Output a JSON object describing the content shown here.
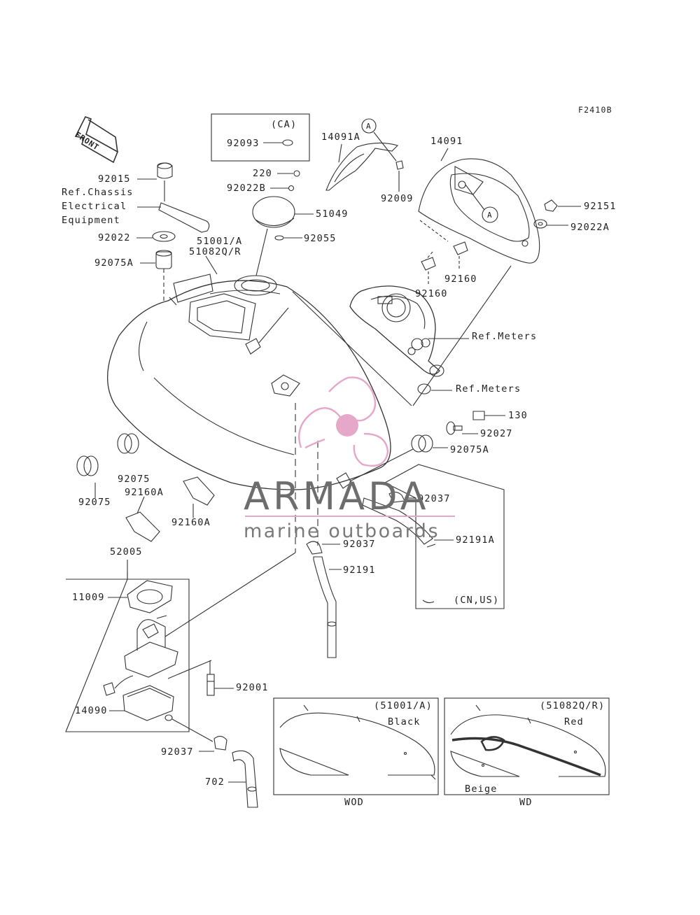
{
  "figure_code": "F2410B",
  "front_arrow": "FRONT",
  "labels": {
    "p92015": "92015",
    "ref_chassis_1": "Ref.Chassis",
    "ref_chassis_2": "Electrical",
    "ref_chassis_3": "Equipment",
    "p92022": "92022",
    "p92075A_top": "92075A",
    "ca_box_title": "(CA)",
    "p92093": "92093",
    "p220": "220",
    "p92022B": "92022B",
    "p51049": "51049",
    "p92055": "92055",
    "p51001A": "51001/A",
    "p51082QR": "51082Q/R",
    "pA_top": "A",
    "p14091A": "14091A",
    "p92009": "92009",
    "p14091": "14091",
    "pA_cover": "A",
    "p92151": "92151",
    "p92022A": "92022A",
    "p92160_r": "92160",
    "p92160_l": "92160",
    "ref_meters_1": "Ref.Meters",
    "ref_meters_2": "Ref.Meters",
    "p130": "130",
    "p92027": "92027",
    "p92075A_mid": "92075A",
    "p92037_a": "92037",
    "p92191A": "92191A",
    "cn_us": "(CN,US)",
    "p92037_b": "92037",
    "p92191": "92191",
    "p92075_a": "92075",
    "p92075_b": "92075",
    "p92160A_a": "92160A",
    "p92160A_b": "92160A",
    "p52005": "52005",
    "p11009": "11009",
    "p92001": "92001",
    "p14090": "14090",
    "p92037_c": "92037",
    "p702": "702"
  },
  "inset_wod": {
    "title": "(51001/A)",
    "color": "Black",
    "caption": "WOD"
  },
  "inset_wd": {
    "title": "(51082Q/R)",
    "color_1": "Red",
    "color_2": "Beige",
    "caption": "WD"
  },
  "watermark": {
    "title": "ARMADA",
    "subtitle": "marine outboards",
    "accent_color": "#e6a8c8",
    "text_color": "#6d6d6d"
  }
}
